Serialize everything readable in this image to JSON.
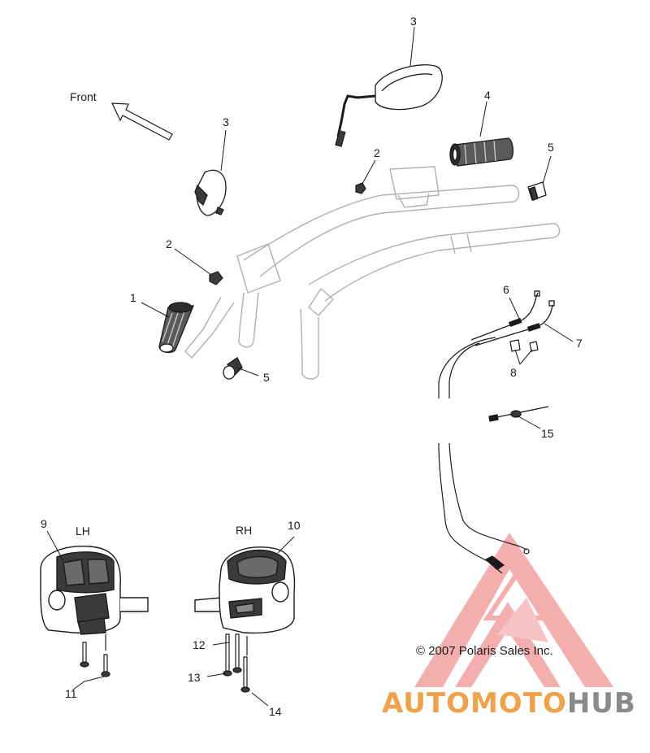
{
  "direction_label": "Front",
  "side_labels": {
    "left": "LH",
    "right": "RH"
  },
  "callouts": {
    "grip_left": "1",
    "nut_left": "2",
    "nut_right": "2",
    "mirror_left": "3",
    "mirror_right": "3",
    "grip_right": "4",
    "end_cap_right": "5",
    "end_cap_left": "5",
    "cable_upper": "6",
    "cable_lower": "7",
    "cable_clip": "8",
    "switch_lh": "9",
    "switch_rh": "10",
    "screw_lh": "11",
    "screw_rh_long": "12",
    "screw_rh_mid": "13",
    "screw_rh_short": "14",
    "adjuster": "15"
  },
  "copyright": "© 2007 Polaris Sales Inc.",
  "watermark": {
    "part1": "AUTOMOTO",
    "part2": "HUB",
    "color_primary": "#f0a24a",
    "color_secondary": "#8a8a8a",
    "logo_color": "#f08a8a"
  },
  "colors": {
    "line": "#1a1a1a",
    "ghost": "#b0b0b0",
    "part_dark": "#3a3a3a"
  }
}
